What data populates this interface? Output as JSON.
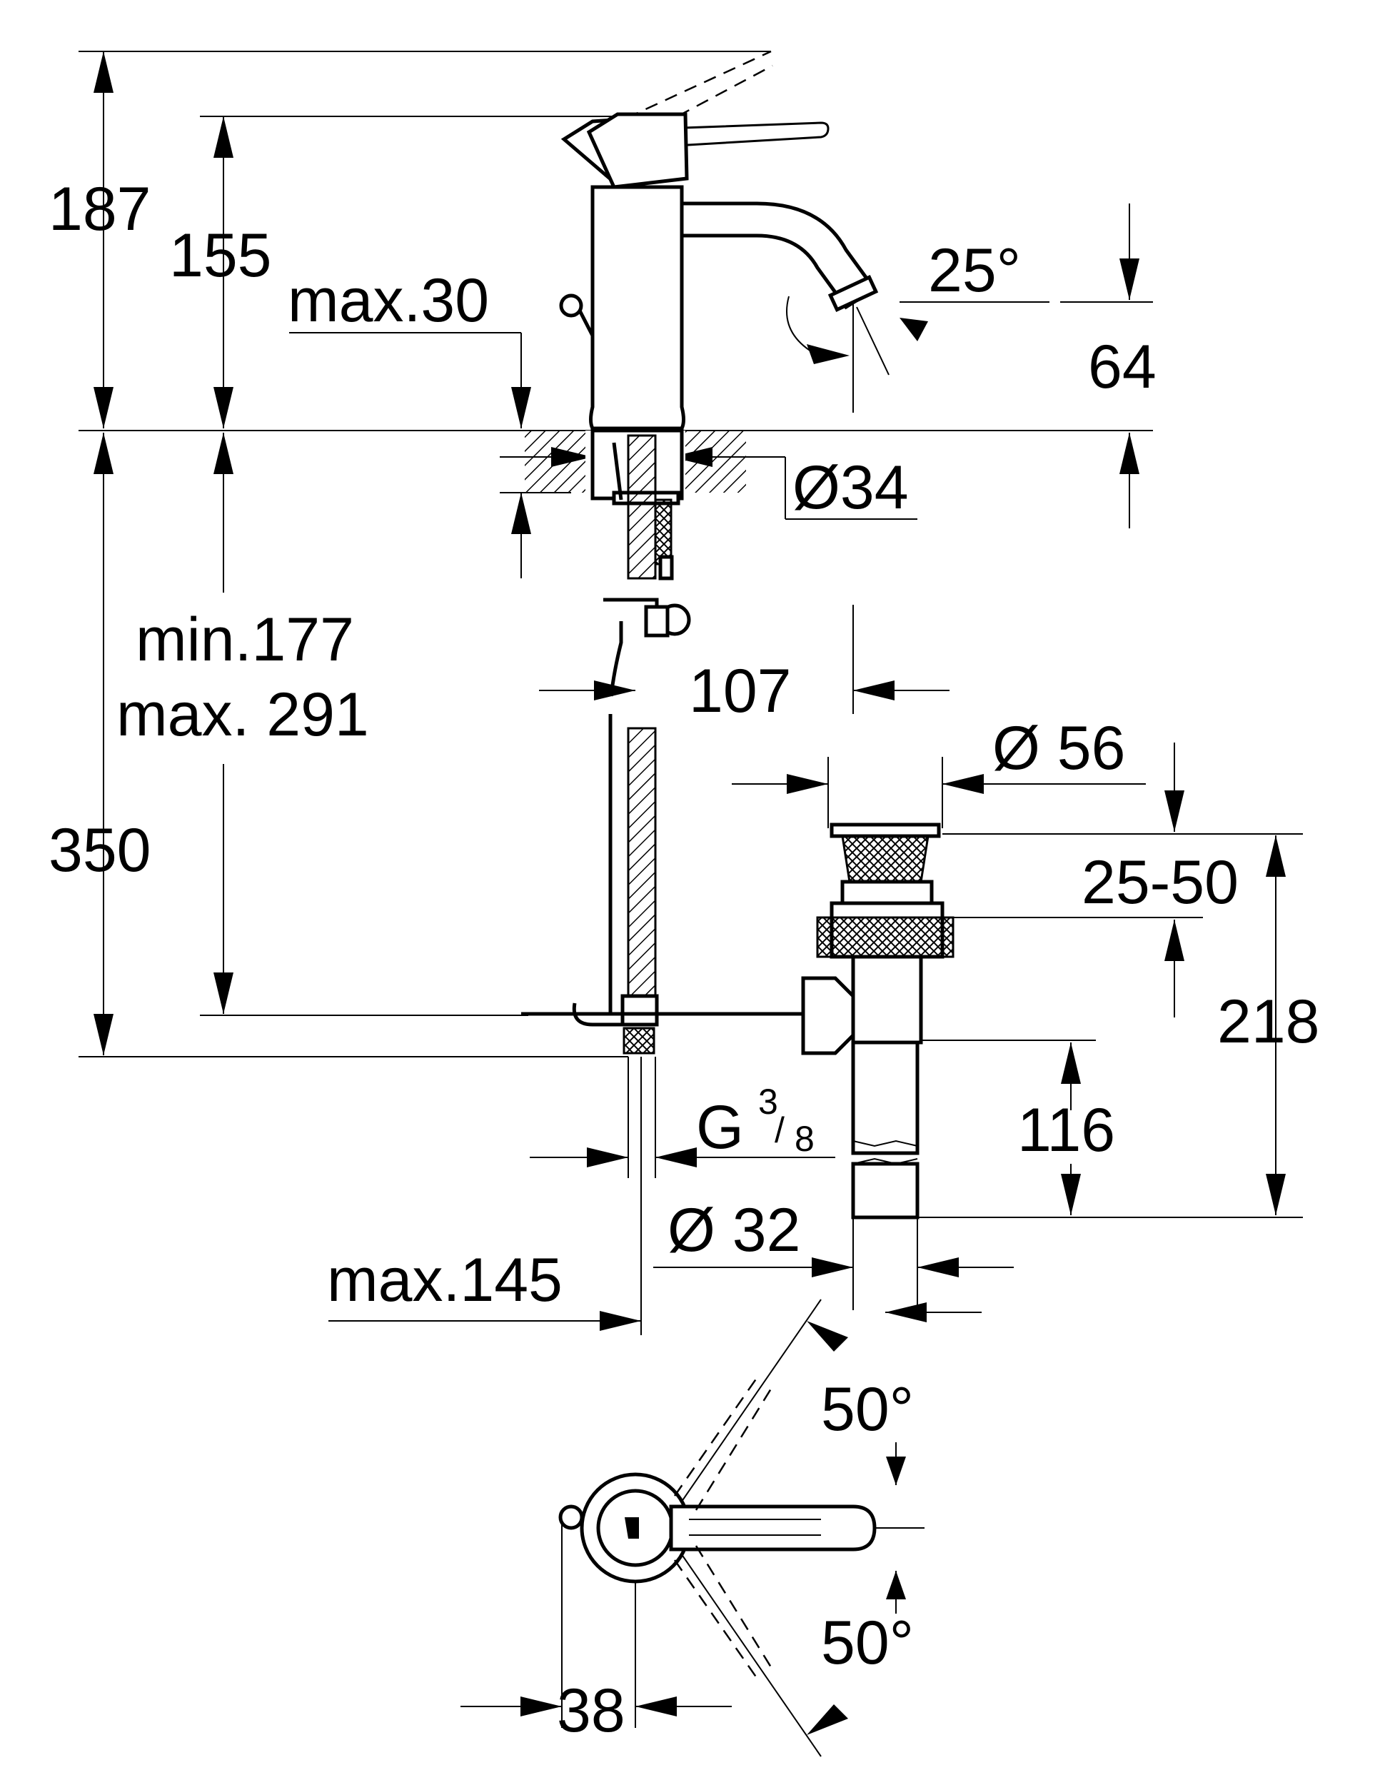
{
  "dimensions": {
    "total_height": "187",
    "spout_height": "155",
    "max_deck_thickness": "max.30",
    "spout_angle": "25°",
    "outlet_height": "64",
    "base_diameter": "Ø34",
    "hose_length_min": "min.177",
    "hose_length_max": "max. 291",
    "total_below": "350",
    "waste_offset": "107",
    "waste_diameter": "Ø 56",
    "waste_adjust": "25-50",
    "waste_total": "218",
    "connection_main": "G",
    "connection_num": "3",
    "connection_den": "8",
    "tail_length": "116",
    "tail_diameter": "Ø 32",
    "max_offset": "max.145",
    "lever_angle_up": "50°",
    "lever_angle_down": "50°",
    "body_width": "38"
  },
  "colors": {
    "line": "#000000",
    "background": "#ffffff"
  }
}
